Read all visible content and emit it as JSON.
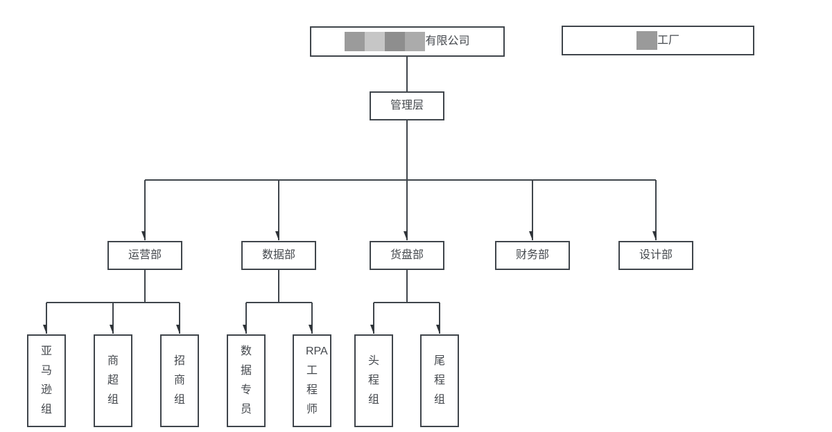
{
  "diagram": {
    "colors": {
      "line": "#3f454b",
      "box_border": "#3f454b",
      "text": "#43474c",
      "arrow": "#2e3338",
      "background": "#ffffff"
    },
    "company": {
      "label": "有限公司",
      "redaction_colors": [
        "#9b9b9b",
        "#c6c6c6",
        "#8e8e8e",
        "#ababab"
      ]
    },
    "factory": {
      "label": "工厂",
      "redaction_color": "#9a9a9a"
    },
    "management": {
      "label": "管理层"
    },
    "departments": [
      {
        "label": "运营部"
      },
      {
        "label": "数据部"
      },
      {
        "label": "货盘部"
      },
      {
        "label": "财务部"
      },
      {
        "label": "设计部"
      }
    ],
    "groups": [
      {
        "label": "亚马逊组",
        "parent": "运营部"
      },
      {
        "label": "商超组",
        "parent": "运营部"
      },
      {
        "label": "招商组",
        "parent": "运营部"
      },
      {
        "label": "数据专员",
        "parent": "数据部"
      },
      {
        "label": "RPA工程师",
        "parent": "数据部"
      },
      {
        "label": "头程组",
        "parent": "货盘部"
      },
      {
        "label": "尾程组",
        "parent": "货盘部"
      }
    ]
  }
}
